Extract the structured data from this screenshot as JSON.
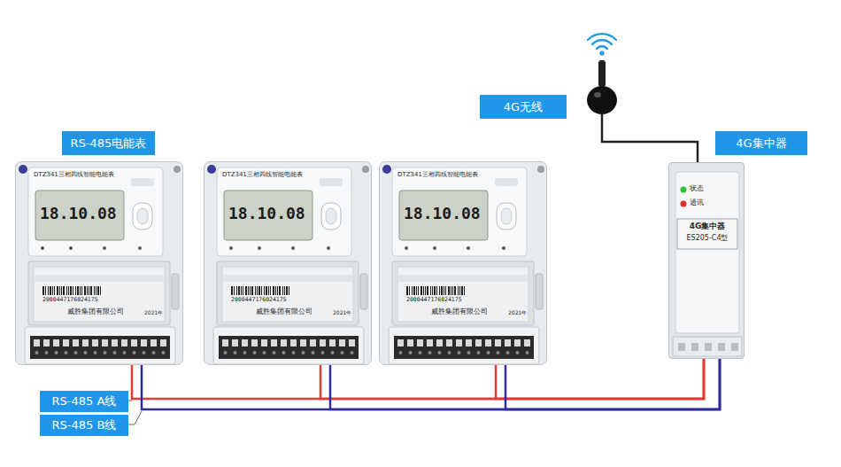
{
  "diagram": {
    "nodes": [
      {
        "text": [
          "4G无线"
        ]
      },
      {
        "text": [
          "RS-485电能表"
        ]
      },
      {
        "text": [
          "4G集中器"
        ]
      },
      {
        "text": [
          "DTZ341三相四线智能电能表",
          "18.10.08",
          "2000447176024175",
          "威胜集团有限公司",
          "2021年"
        ]
      },
      {
        "text": [
          "DTZ341三相四线智能电能表",
          "18.10.08",
          "2000447176024175",
          "威胜集团有限公司",
          "2021年"
        ]
      },
      {
        "text": [
          "DTZ341三相四线智能电能表",
          "18.10.08",
          "2000447176024175",
          "威胜集团有限公司",
          "2021年"
        ]
      },
      {
        "text": [
          "状态",
          "通讯",
          "4G集中器",
          "ES205-C4型"
        ]
      },
      {
        "text": [
          "RS-485 A线"
        ]
      },
      {
        "text": [
          "RS-485 B线"
        ]
      }
    ],
    "edges": [
      {
        "from": 3,
        "to": 6,
        "arrow": "none"
      },
      {
        "from": 4,
        "to": 6,
        "arrow": "none"
      },
      {
        "from": 5,
        "to": 6,
        "arrow": "none"
      },
      {
        "from": 3,
        "to": 6,
        "arrow": "none"
      },
      {
        "from": 4,
        "to": 6,
        "arrow": "none"
      },
      {
        "from": 5,
        "to": 6,
        "arrow": "none"
      }
    ]
  }
}
